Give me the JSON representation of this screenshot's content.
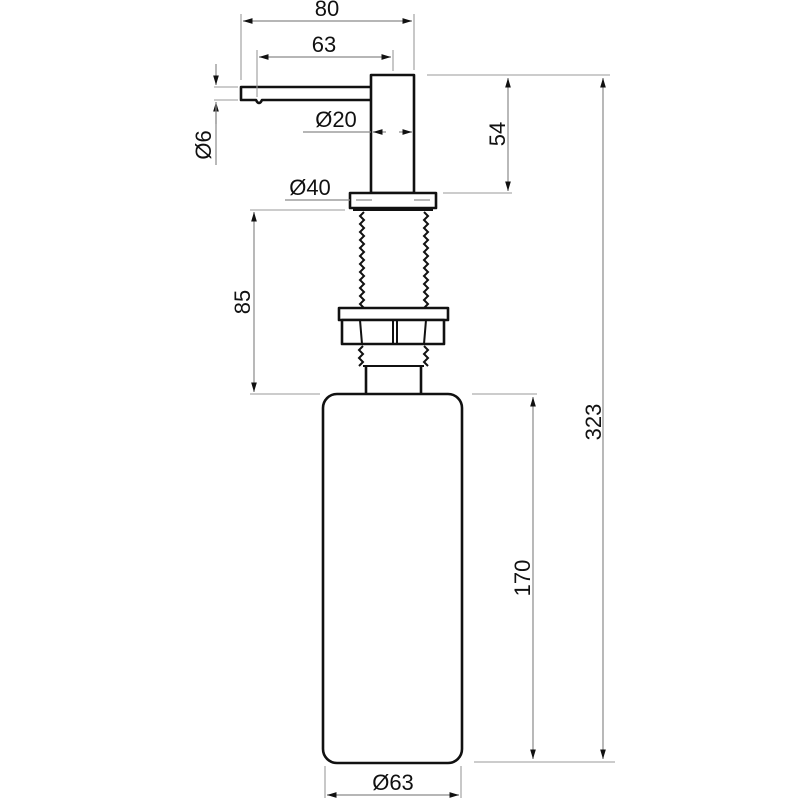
{
  "drawing": {
    "title": "Soap dispenser dimension drawing",
    "units": "mm",
    "colors": {
      "outline": "#111111",
      "dimension_line": "#8a8a8a",
      "background": "#ffffff"
    }
  },
  "dimensions": {
    "spout_total_width": "80",
    "spout_reach": "63",
    "spout_diameter": "Ø6",
    "body_diameter": "Ø20",
    "flange_diameter": "Ø40",
    "head_height": "54",
    "thread_length": "85",
    "bottle_height": "170",
    "total_height": "323",
    "bottle_diameter": "Ø63"
  }
}
